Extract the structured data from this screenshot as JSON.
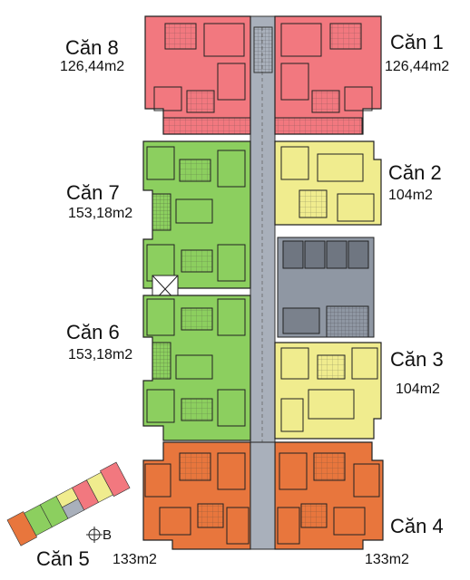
{
  "units": [
    {
      "id": "can-1",
      "name": "Căn 1",
      "area": "126,44m2",
      "color": "#f2787f"
    },
    {
      "id": "can-2",
      "name": "Căn 2",
      "area": "104m2",
      "color": "#f0ec8e"
    },
    {
      "id": "can-3",
      "name": "Căn 3",
      "area": "104m2",
      "color": "#f0ec8e"
    },
    {
      "id": "can-4",
      "name": "Căn 4",
      "area": "133m2",
      "color": "#e8763d"
    },
    {
      "id": "can-5",
      "name": "Căn 5",
      "area": "133m2",
      "color": "#e8763d"
    },
    {
      "id": "can-6",
      "name": "Căn 6",
      "area": "153,18m2",
      "color": "#8ccf5f"
    },
    {
      "id": "can-7",
      "name": "Căn 7",
      "area": "153,18m2",
      "color": "#8ccf5f"
    },
    {
      "id": "can-8",
      "name": "Căn 8",
      "area": "126,44m2",
      "color": "#f2787f"
    }
  ],
  "core_colors": {
    "corridor": "#a9b0bb",
    "core": "#8f97a3",
    "stair": "#c8ccd3"
  },
  "key_plan": {
    "letter": "B",
    "icon": "section-marker-icon"
  }
}
